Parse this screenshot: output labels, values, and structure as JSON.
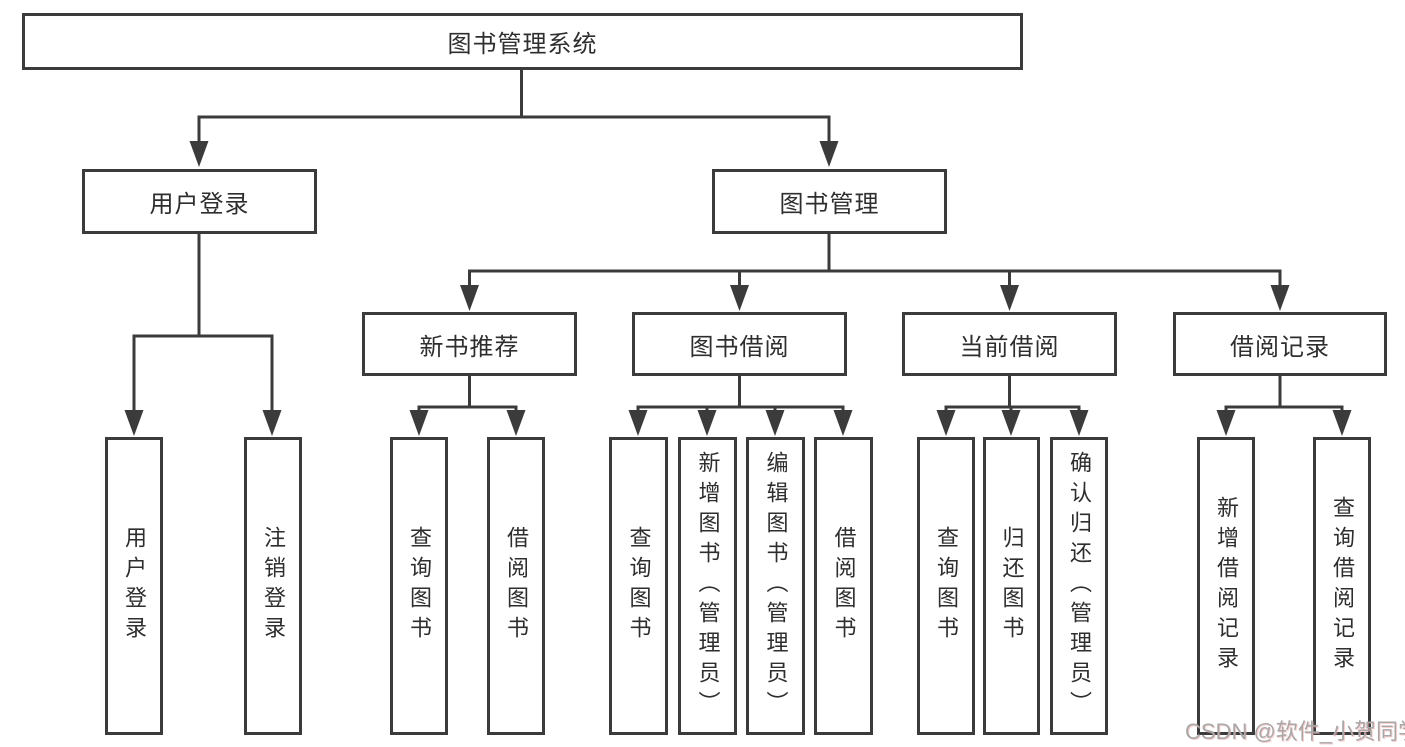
{
  "diagram": {
    "root": {
      "label": "图书管理系统"
    },
    "user_login": {
      "label": "用户登录",
      "children": [
        {
          "label": "用户登录"
        },
        {
          "label": "注销登录"
        }
      ]
    },
    "book_mgmt": {
      "label": "图书管理",
      "sections": [
        {
          "label": "新书推荐",
          "children": [
            {
              "label": "查询图书"
            },
            {
              "label": "借阅图书"
            }
          ]
        },
        {
          "label": "图书借阅",
          "children": [
            {
              "label": "查询图书"
            },
            {
              "label": "新增图书（管理员）"
            },
            {
              "label": "编辑图书（管理员）"
            },
            {
              "label": "借阅图书"
            }
          ]
        },
        {
          "label": "当前借阅",
          "children": [
            {
              "label": "查询图书"
            },
            {
              "label": "归还图书"
            },
            {
              "label": "确认归还（管理员）"
            }
          ]
        },
        {
          "label": "借阅记录",
          "children": [
            {
              "label": "新增借阅记录"
            },
            {
              "label": "查询借阅记录"
            }
          ]
        }
      ]
    }
  },
  "watermark": {
    "text": "CSDN @软件_小贺同学"
  },
  "colors": {
    "line": "#3b3b3b",
    "text": "#2e2e2e",
    "watermark": "#a8a8a8"
  }
}
